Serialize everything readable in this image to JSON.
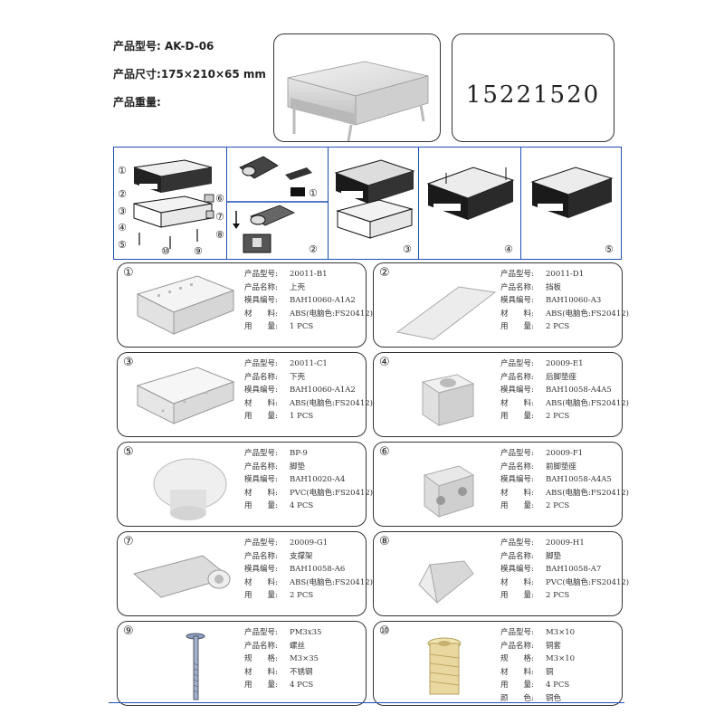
{
  "header": {
    "model_label": "产品型号:",
    "model_value": "AK-D-06",
    "size_label": "产品尺寸:",
    "size_value": "175×210×65 mm",
    "weight_label": "产品重量:"
  },
  "code": "15221520",
  "assembly": {
    "labels": [
      "①",
      "②",
      "③",
      "④",
      "⑤",
      "⑥",
      "⑦",
      "⑧",
      "⑨",
      "⑩"
    ],
    "step_labels": [
      "①",
      "②",
      "③",
      "④",
      "⑤"
    ]
  },
  "field_labels": {
    "model": "产品型号:",
    "name": "产品名称:",
    "mold": "模具编号:",
    "material": "材　　料:",
    "qty": "用　　量:",
    "spec": "规　　格:",
    "color": "颜　　色:"
  },
  "parts": [
    {
      "num": "①",
      "model": "20011-B1",
      "name": "上壳",
      "mold": "BAH10060-A1A2",
      "material": "ABS(电脑色:FS20412)",
      "qty": "1 PCS"
    },
    {
      "num": "②",
      "model": "20011-D1",
      "name": "挡板",
      "mold": "BAH10060-A3",
      "material": "ABS(电脑色:FS20412)",
      "qty": "2 PCS"
    },
    {
      "num": "③",
      "model": "20011-C1",
      "name": "下壳",
      "mold": "BAH10060-A1A2",
      "material": "ABS(电脑色:FS20412)",
      "qty": "1 PCS"
    },
    {
      "num": "④",
      "model": "20009-E1",
      "name": "后脚垫座",
      "mold": "BAH10058-A4A5",
      "material": "ABS(电脑色:FS20412)",
      "qty": "2 PCS"
    },
    {
      "num": "⑤",
      "model": "BP-9",
      "name": "脚垫",
      "mold": "BAH10020-A4",
      "material": "PVC(电脑色:FS20412)",
      "qty": "4 PCS"
    },
    {
      "num": "⑥",
      "model": "20009-F1",
      "name": "前脚垫座",
      "mold": "BAH10058-A4A5",
      "material": "ABS(电脑色:FS20412)",
      "qty": "2 PCS"
    },
    {
      "num": "⑦",
      "model": "20009-G1",
      "name": "支撑架",
      "mold": "BAH10058-A6",
      "material": "ABS(电脑色:FS20412)",
      "qty": "2 PCS"
    },
    {
      "num": "⑧",
      "model": "20009-H1",
      "name": "脚垫",
      "mold": "BAH10058-A7",
      "material": "PVC(电脑色:FS20412)",
      "qty": "2 PCS"
    },
    {
      "num": "⑨",
      "model": "PM3x35",
      "name": "螺丝",
      "spec": "M3×35",
      "material": "不锈钢",
      "qty": "4 PCS"
    },
    {
      "num": "⑩",
      "model": "M3×10",
      "name": "铜套",
      "spec": "M3×10",
      "material": "铜",
      "qty": "4 PCS",
      "color": "铜色"
    }
  ],
  "colors": {
    "frame_blue": "#1f4fb4",
    "part_gray": "#dcdcdc",
    "brass": "#e8d8a0"
  }
}
